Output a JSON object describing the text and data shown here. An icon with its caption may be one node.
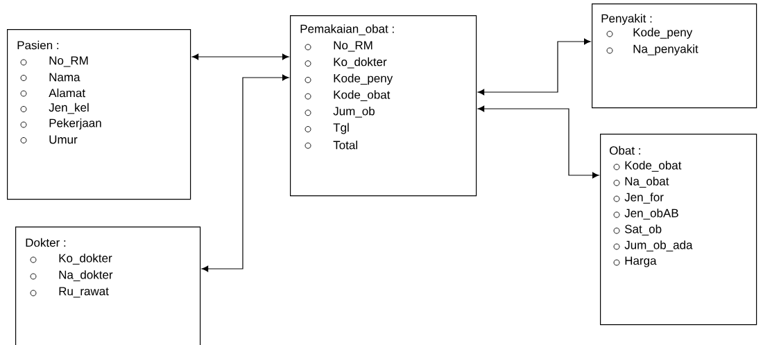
{
  "diagram": {
    "nodes": [
      {
        "text": [
          "Pasien :",
          "No_RM",
          "Nama",
          "Alamat",
          "Jen_kel",
          "Pekerjaan",
          "Umur"
        ]
      },
      {
        "text": [
          "Pemakaian_obat :",
          "No_RM",
          "Ko_dokter",
          "Kode_peny",
          "Kode_obat",
          "Jum_ob",
          "Tgl",
          "Total"
        ]
      },
      {
        "text": [
          "Penyakit :",
          "Kode_peny",
          "Na_penyakit"
        ]
      },
      {
        "text": [
          "Obat :",
          "Kode_obat",
          "Na_obat",
          "Jen_for",
          "Jen_obAB",
          "Sat_ob",
          "Jum_ob_ada",
          "Harga"
        ]
      },
      {
        "text": [
          "Dokter :",
          "Ko_dokter",
          "Na_dokter",
          "Ru_rawat"
        ]
      }
    ],
    "edges": [
      {
        "from": 0,
        "to": 1,
        "arrow": "both"
      },
      {
        "from": 4,
        "to": 1,
        "arrow": "both"
      },
      {
        "from": 1,
        "to": 2,
        "arrow": "both"
      },
      {
        "from": 1,
        "to": 3,
        "arrow": "both"
      }
    ]
  }
}
